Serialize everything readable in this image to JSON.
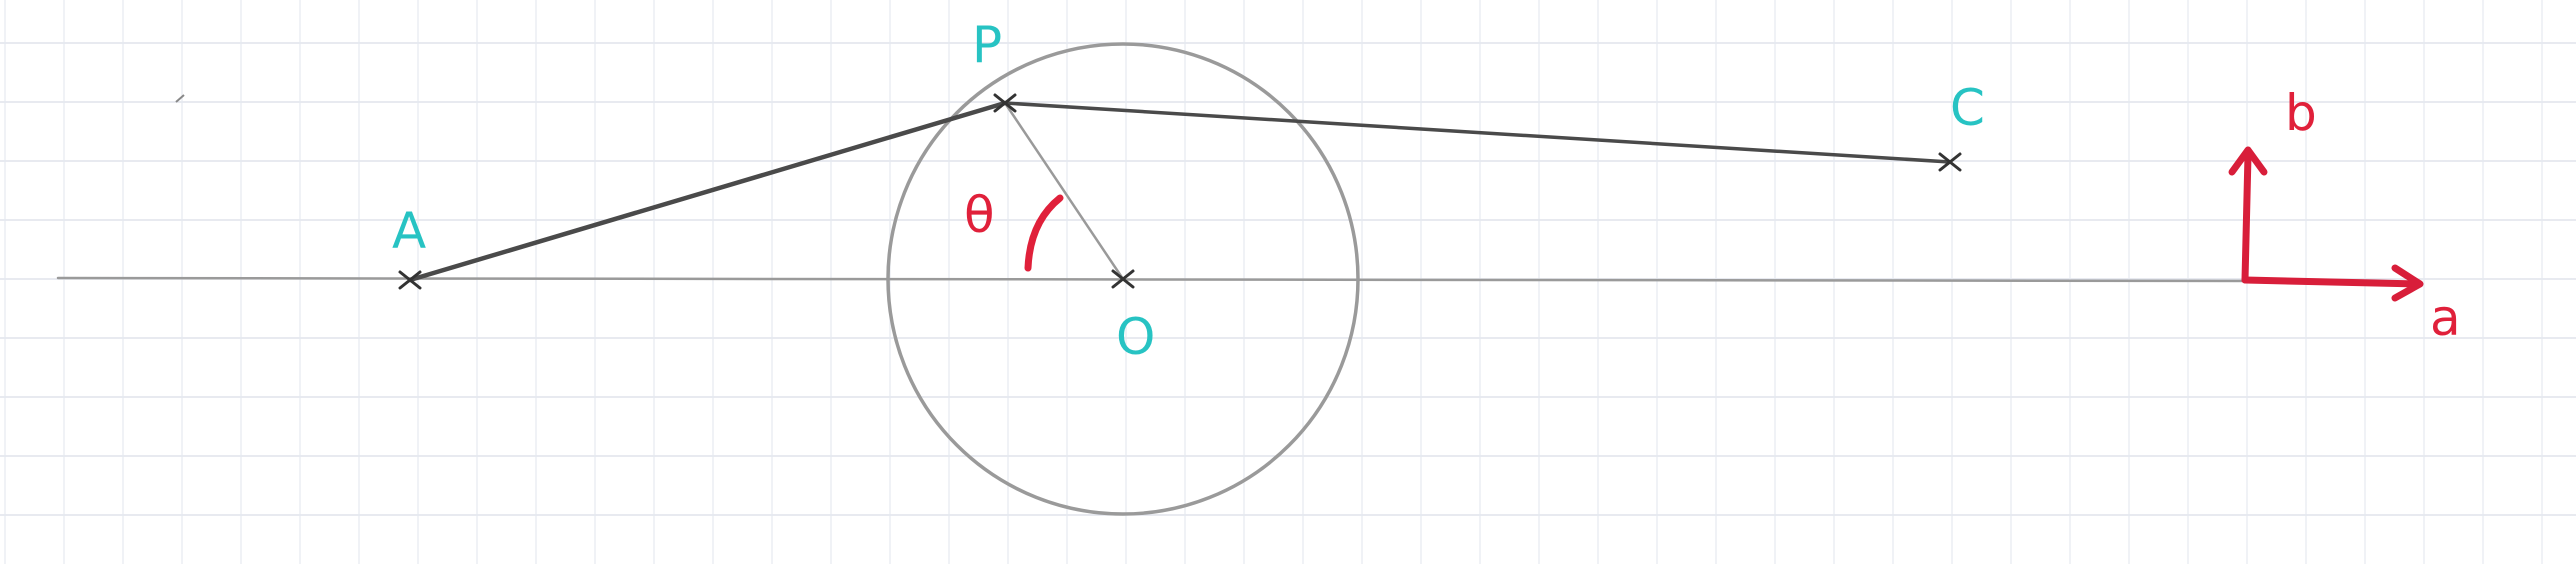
{
  "points": {
    "A": "A",
    "P": "P",
    "O": "O",
    "C": "C"
  },
  "angle_label": "θ",
  "axes": {
    "horizontal": "a",
    "vertical": "b"
  },
  "colors": {
    "point_labels": "#27c3c3",
    "axis_and_angle": "#e0203a",
    "pencil": "#4a4a4a",
    "grid": "#d6dae6"
  }
}
